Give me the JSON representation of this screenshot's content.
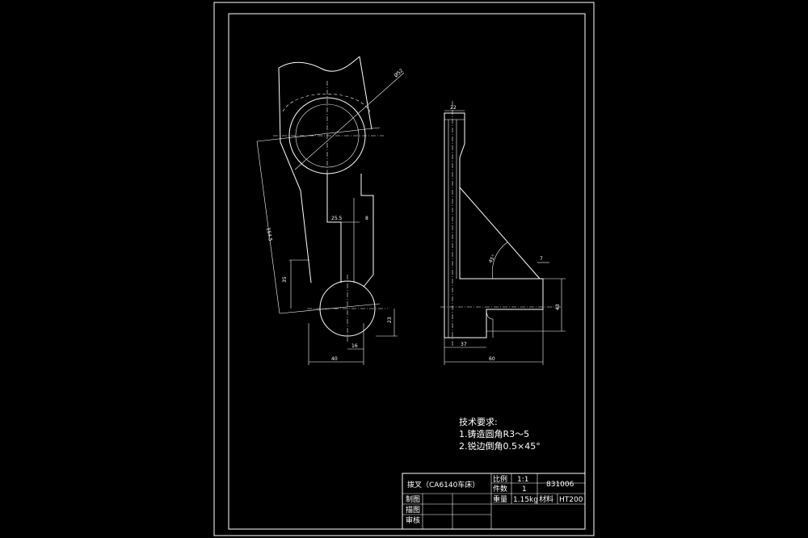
{
  "drawing": {
    "technical_requirements": {
      "heading": "技术要求:",
      "items": [
        "1.铸造圆角R3～5",
        "2.锐边倒角0.5×45°"
      ]
    },
    "title_block": {
      "part_name": "拨叉（CA6140车床）",
      "scale_label": "比例",
      "scale_value": "1:1",
      "drawing_number": "831006",
      "quantity_label": "件数",
      "quantity_value": "1",
      "weight_label": "重量",
      "weight_value": "1.15kg",
      "material_label": "材料",
      "material_value": "HT200",
      "drawn_by_label": "制图",
      "drafter_label": "描图",
      "reviewer_label": "审核"
    },
    "dimensions": {
      "front_diameter": "Ø52",
      "front_slant_length": "154.5",
      "front_slot": "25.5",
      "front_slot_right": "8",
      "front_left_height": "35",
      "front_bottom_height": "23",
      "front_bottom_width": "40",
      "front_bottom_small": "16",
      "side_top_width": "22",
      "side_angle": "45°",
      "side_right_small": "7",
      "side_right_height": "43",
      "side_bottom_left": "37",
      "side_total_width": "60"
    }
  }
}
